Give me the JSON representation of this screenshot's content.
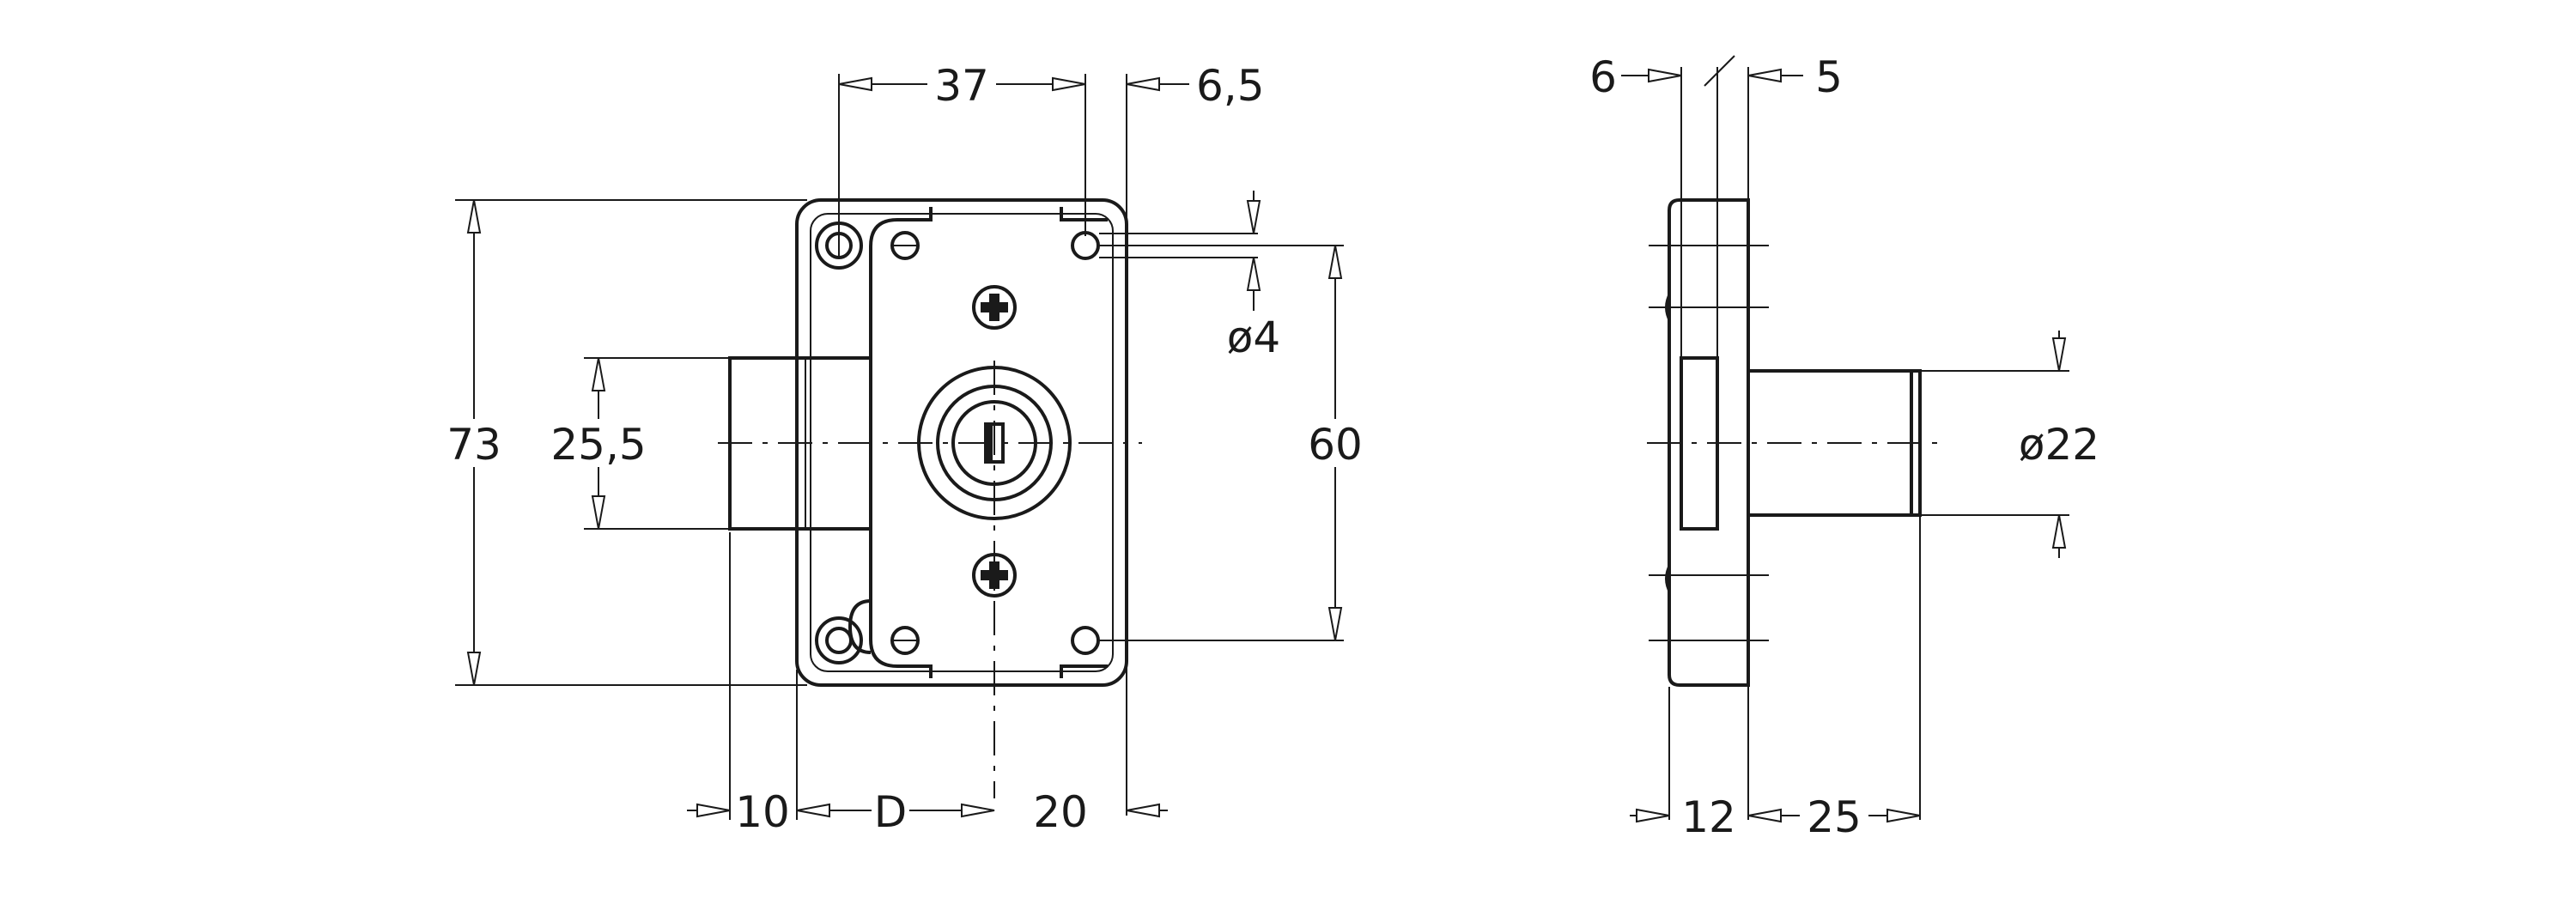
{
  "front_view": {
    "dim_top_width": "37",
    "dim_top_offset": "6,5",
    "dim_hole_diameter": "ø4",
    "dim_overall_height": "73",
    "dim_bolt_height": "25,5",
    "dim_hole_spacing": "60",
    "dim_bolt_projection": "10",
    "dim_backset": "D",
    "dim_right_edge": "20"
  },
  "side_view": {
    "dim_left_top": "6",
    "dim_right_top": "5",
    "dim_cylinder_diameter": "ø22",
    "dim_body_depth": "12",
    "dim_cylinder_length": "25"
  }
}
